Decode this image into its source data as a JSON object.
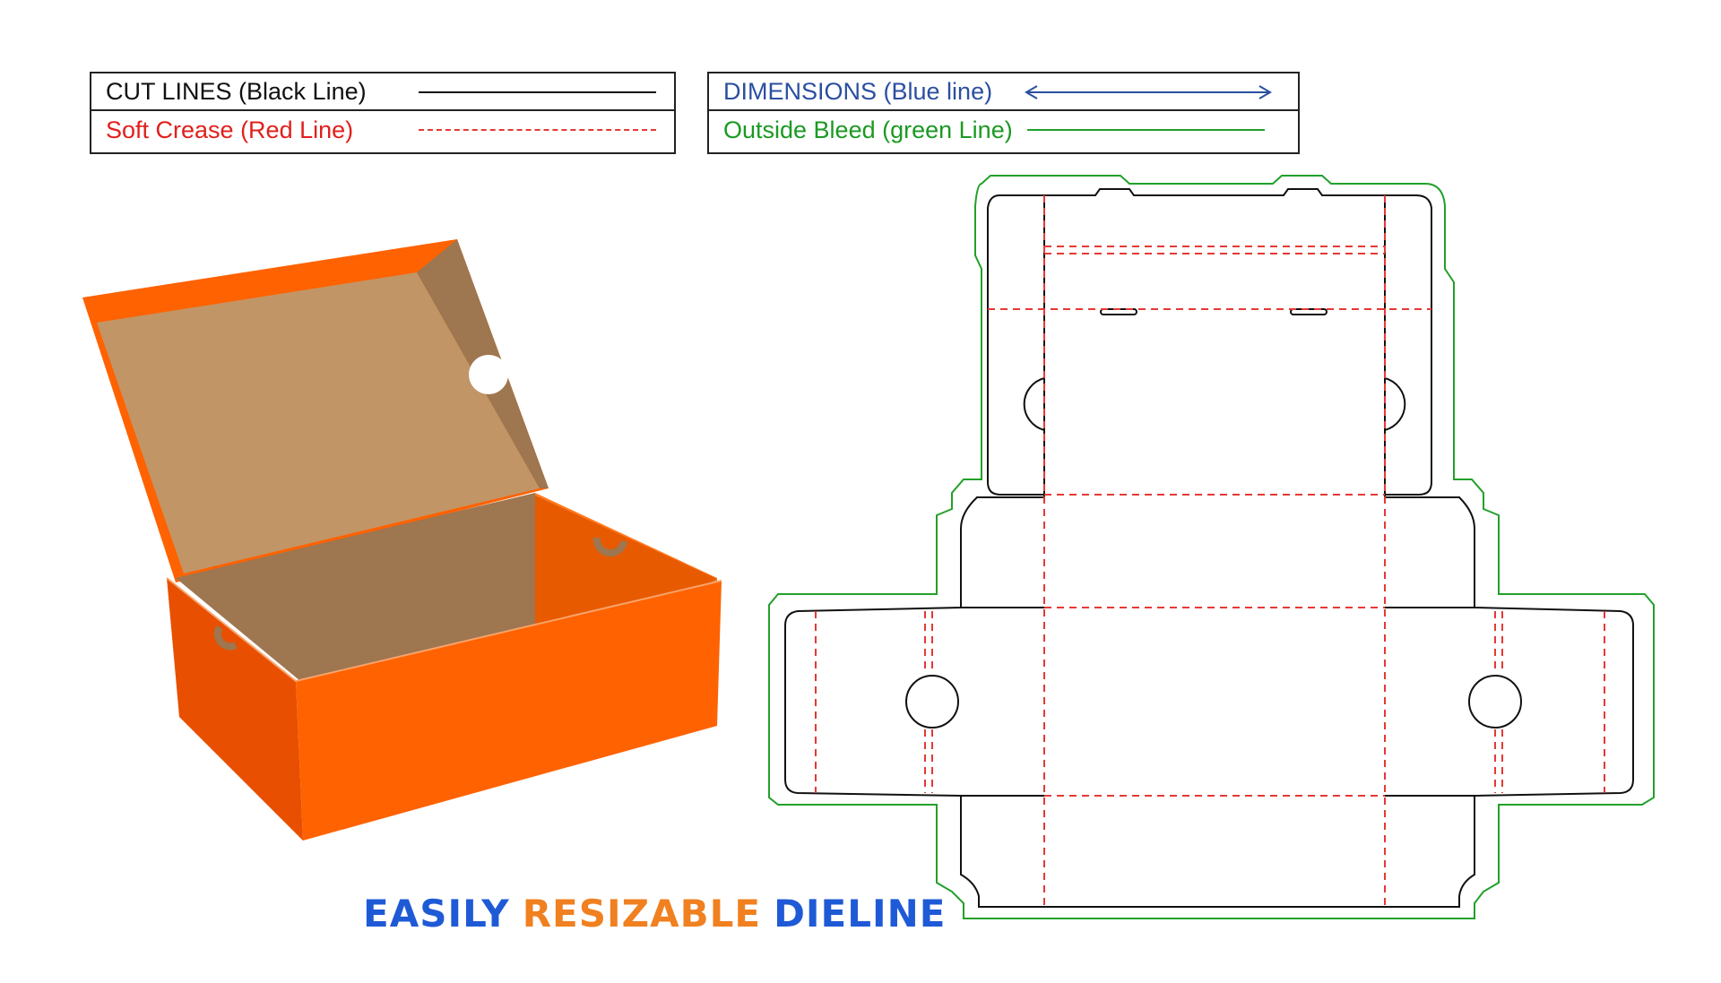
{
  "legend": {
    "cut_lines": "CUT LINES (Black Line)",
    "soft_crease": "Soft Crease (Red Line)",
    "dimensions": "DIMENSIONS (Blue line)",
    "outside_bleed": "Outside Bleed (green Line)"
  },
  "colors": {
    "cut": "#111111",
    "crease": "#e53935",
    "dimension": "#2b4fa0",
    "bleed": "#22a02a",
    "box_orange": "#ff6200",
    "box_orange_dark": "#e84f00",
    "kraft": "#c29566",
    "kraft_dark": "#9e7650",
    "caption_blue": "#1f5ad6",
    "caption_orange": "#f08020"
  },
  "caption": {
    "word1": "EASILY",
    "word2": "RESIZABLE",
    "word3": "DIELINE"
  }
}
